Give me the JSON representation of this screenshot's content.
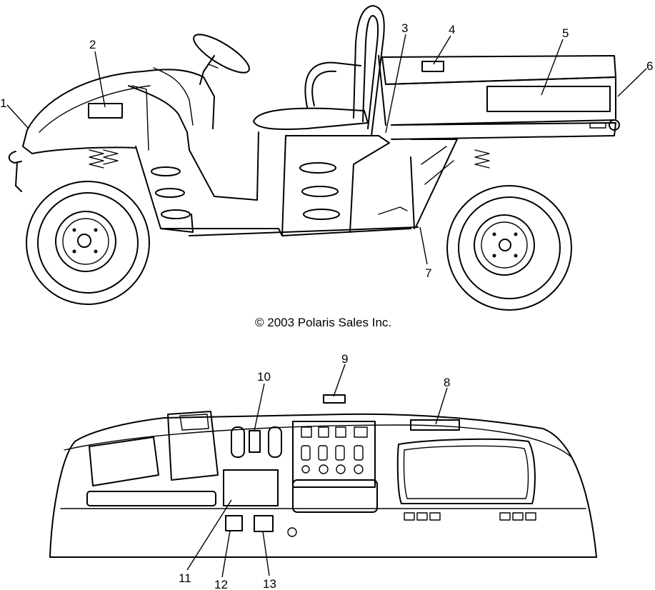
{
  "copyright": "© 2003 Polaris Sales Inc.",
  "callouts": {
    "c1": "1",
    "c2": "2",
    "c3": "3",
    "c4": "4",
    "c5": "5",
    "c6": "6",
    "c7": "7",
    "c8": "8",
    "c9": "9",
    "c10": "10",
    "c11": "11",
    "c12": "12",
    "c13": "13"
  }
}
